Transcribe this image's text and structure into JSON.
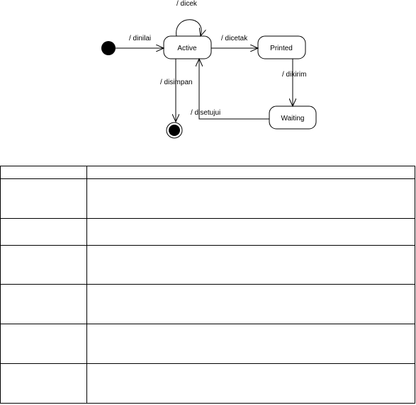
{
  "diagram": {
    "states": {
      "active": "Active",
      "printed": "Printed",
      "waiting": "Waiting"
    },
    "transitions": {
      "self_loop": "/ dicek",
      "initial_to_active": "/ dinilai",
      "active_to_printed": "/ dicetak",
      "printed_to_waiting": "/ dikirim",
      "active_to_final": "/ disimpan",
      "waiting_to_active": "/ disetujui"
    }
  },
  "table": {
    "headers": [
      "",
      ""
    ],
    "rows": [
      [
        "",
        ""
      ],
      [
        "",
        ""
      ],
      [
        "",
        ""
      ],
      [
        "",
        ""
      ],
      [
        "",
        ""
      ],
      [
        "",
        ""
      ]
    ]
  }
}
